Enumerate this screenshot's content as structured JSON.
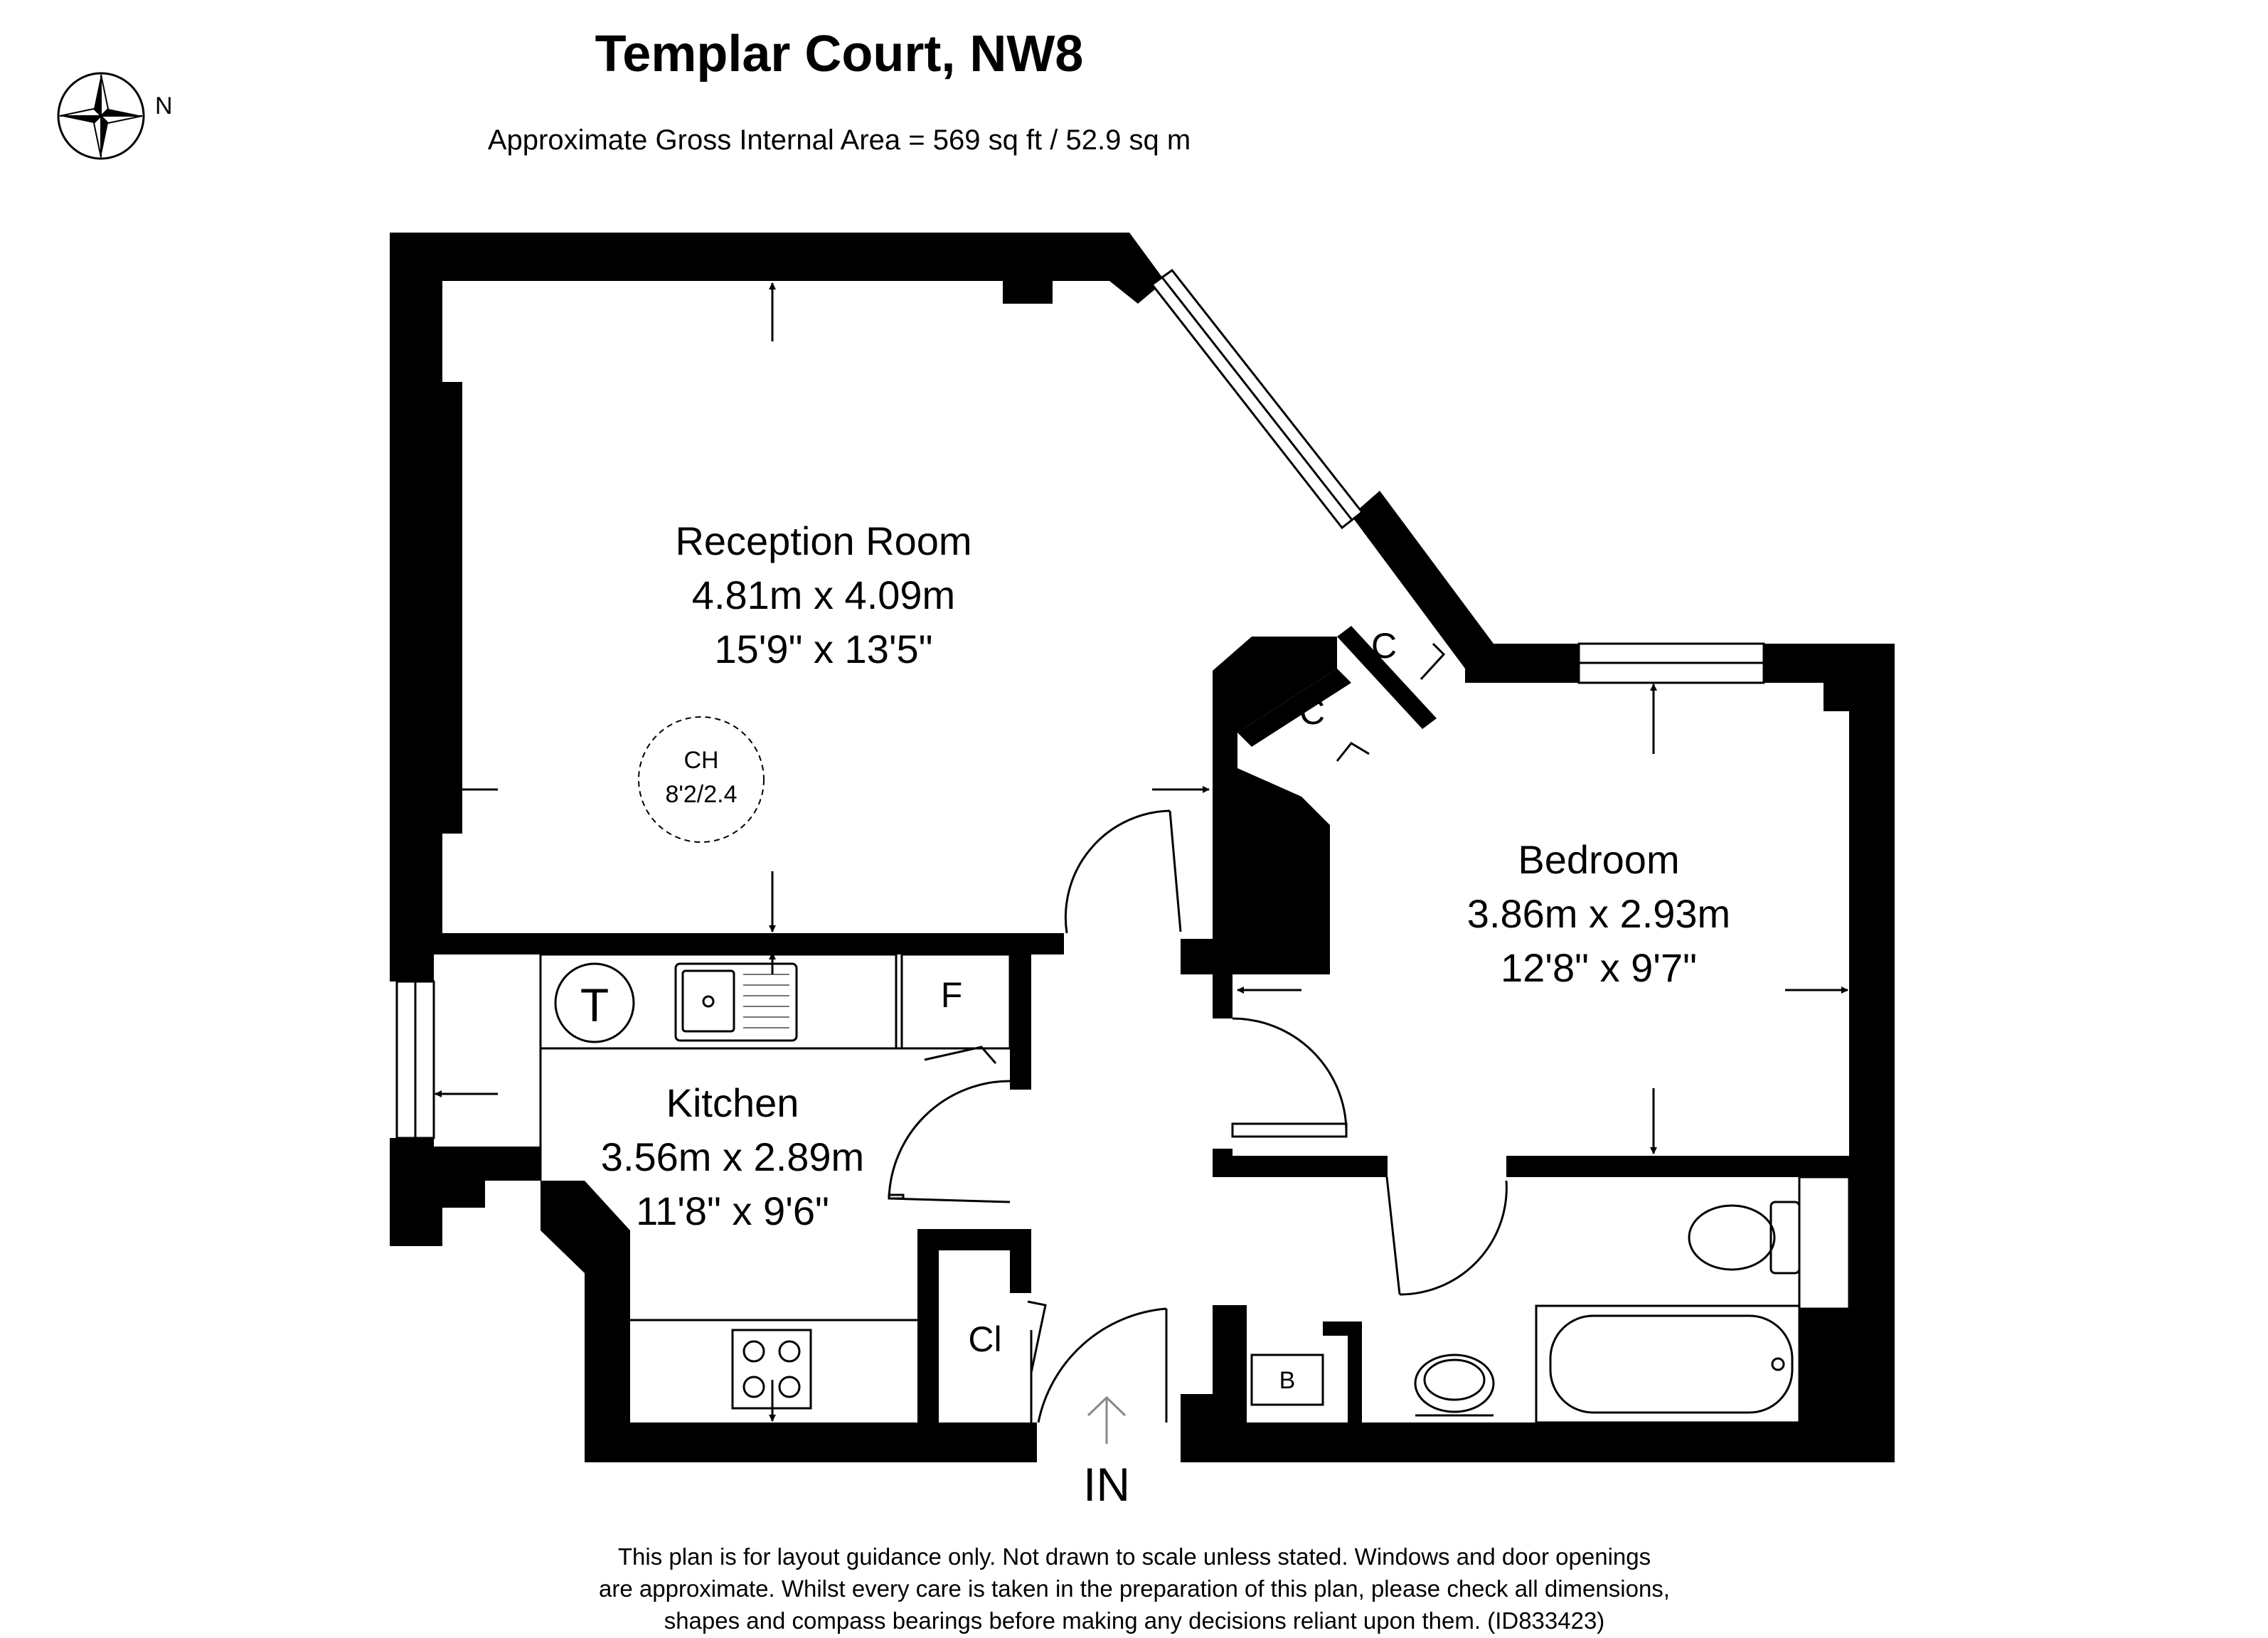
{
  "title": "Templar Court, NW8",
  "subtitle": "Approximate Gross Internal Area = 569 sq ft / 52.9 sq m",
  "compass": {
    "label": "N",
    "icon": "compass-rose-icon"
  },
  "rooms": {
    "reception": {
      "name": "Reception Room",
      "metric": "4.81m x 4.09m",
      "imperial": "15'9\" x 13'5\""
    },
    "bedroom": {
      "name": "Bedroom",
      "metric": "3.86m x 2.93m",
      "imperial": "12'8\" x 9'7\""
    },
    "kitchen": {
      "name": "Kitchen",
      "metric": "3.56m x 2.89m",
      "imperial": "11'8\" x 9'6\""
    }
  },
  "ceiling_height": {
    "label": "CH",
    "value": "8'2/2.4"
  },
  "fixtures": {
    "tank": "T",
    "fridge": "F",
    "cupboard_1": "C",
    "cupboard_2": "C",
    "cloaks": "Cl",
    "boiler": "B"
  },
  "entrance": "IN",
  "disclaimer": [
    "This plan is for layout guidance only. Not drawn to scale unless stated. Windows and door openings",
    "are approximate. Whilst every care is taken in the preparation of this plan, please check all dimensions,",
    "shapes and compass bearings before making any decisions reliant upon them. (ID833423)"
  ],
  "colors": {
    "wall": "#000000",
    "background": "#ffffff"
  }
}
